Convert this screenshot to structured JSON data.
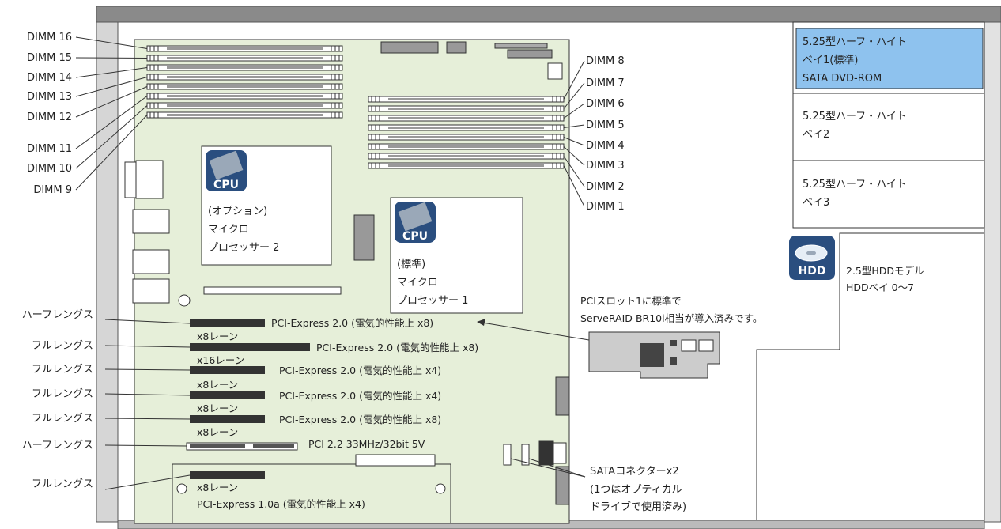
{
  "dimm_left": [
    "DIMM 16",
    "DIMM 15",
    "DIMM 14",
    "DIMM 13",
    "DIMM 12",
    "DIMM 11",
    "DIMM 10",
    "DIMM 9"
  ],
  "dimm_right": [
    "DIMM 8",
    "DIMM 7",
    "DIMM 6",
    "DIMM 5",
    "DIMM 4",
    "DIMM 3",
    "DIMM 2",
    "DIMM 1"
  ],
  "cpu_optional": {
    "icon_text": "CPU",
    "lines": [
      "(オプション)",
      "マイクロ",
      "プロセッサー 2"
    ]
  },
  "cpu_standard": {
    "icon_text": "CPU",
    "lines": [
      "(標準)",
      "マイクロ",
      "プロセッサー 1"
    ]
  },
  "bays": [
    {
      "lines": [
        "5.25型ハーフ・ハイト",
        "ベイ1(標準)",
        "SATA DVD-ROM"
      ],
      "highlight": true
    },
    {
      "lines": [
        "5.25型ハーフ・ハイト",
        "ベイ2"
      ],
      "highlight": false
    },
    {
      "lines": [
        "5.25型ハーフ・ハイト",
        "ベイ3"
      ],
      "highlight": false
    }
  ],
  "hdd": {
    "icon_text": "HDD",
    "lines": [
      "2.5型HDDモデル",
      "HDDベイ 0〜7"
    ]
  },
  "slots": [
    {
      "length": "ハーフレングス",
      "desc": "PCI-Express 2.0 (電気的性能上 x8)",
      "lanes": "x8レーン"
    },
    {
      "length": "フルレングス",
      "desc": "PCI-Express 2.0 (電気的性能上 x8)",
      "lanes": "x16レーン"
    },
    {
      "length": "フルレングス",
      "desc": "PCI-Express 2.0 (電気的性能上 x4)",
      "lanes": "x8レーン"
    },
    {
      "length": "フルレングス",
      "desc": "PCI-Express 2.0 (電気的性能上 x4)",
      "lanes": "x8レーン"
    },
    {
      "length": "フルレングス",
      "desc": "PCI-Express 2.0 (電気的性能上 x8)",
      "lanes": "x8レーン"
    },
    {
      "length": "ハーフレングス",
      "desc": "PCI 2.2 33MHz/32bit 5V",
      "lanes": ""
    },
    {
      "length": "フルレングス",
      "desc": "PCI-Express 1.0a (電気的性能上 x4)",
      "lanes": "x8レーン"
    }
  ],
  "raid_note": [
    "PCIスロット1に標準で",
    "ServeRAID-BR10i相当が導入済みです。"
  ],
  "sata_note": [
    "SATAコネクターx2",
    "(1つはオプティカル",
    "ドライブで使用済み)"
  ],
  "colors": {
    "board": "#e6efd9",
    "bay_highlight": "#8ec2ee",
    "chassis": "#888888",
    "slot": "#333333",
    "icon": "#2a4e7f"
  }
}
